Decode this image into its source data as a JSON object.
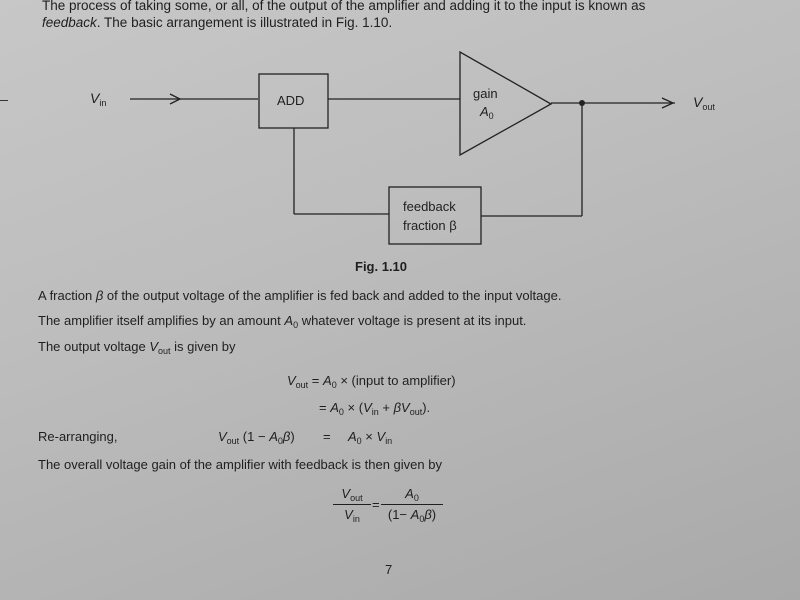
{
  "intro": {
    "line1": "The process of taking some, or all, of the output of the amplifier and adding it to the input is known as",
    "line2_em": "feedback",
    "line2_rest": ". The basic arrangement is illustrated in Fig. 1.10."
  },
  "diagram": {
    "vin": "V",
    "vin_sub": "in",
    "add_label": "ADD",
    "gain_label": "gain",
    "gain_symbol": "A",
    "gain_sub": "0",
    "vout": "V",
    "vout_sub": "out",
    "feedback_line1": "feedback",
    "feedback_line2": "fraction β"
  },
  "figure_caption": "Fig. 1.10",
  "body": {
    "p1a": "A fraction ",
    "p1_beta": "β",
    "p1b": " of the output voltage of the amplifier is fed back and added to the input voltage.",
    "p2a": "The amplifier itself amplifies by an amount ",
    "p2_A": "A",
    "p2_sub": "0",
    "p2b": " whatever voltage is present at its input.",
    "p3a": "The output voltage ",
    "p3_V": "V",
    "p3_sub": "out",
    "p3b": " is given by"
  },
  "equations": {
    "eq1_lhs_V": "V",
    "eq1_lhs_sub": "out",
    "eq1_rhs_pre": " = ",
    "eq1_rhs_A": "A",
    "eq1_rhs_sub": "0",
    "eq1_rhs_post": " × (input to amplifier)",
    "eq2_pre": "= ",
    "eq2_A": "A",
    "eq2_Asub": "0",
    "eq2_mid": " × (",
    "eq2_V": "V",
    "eq2_Vsub": "in",
    "eq2_plus": " + ",
    "eq2_beta": "β",
    "eq2_V2": "V",
    "eq2_V2sub": "out",
    "eq2_end": ").",
    "rearr_label": "Re-arranging,",
    "rearr_V": "V",
    "rearr_Vsub": "out",
    "rearr_paren_open": " (1 − ",
    "rearr_A": "A",
    "rearr_Asub": "0",
    "rearr_beta": "β",
    "rearr_paren_close": ")",
    "rearr_eq": "=",
    "rearr_rhs_A": "A",
    "rearr_rhs_Asub": "0",
    "rearr_rhs_times": " × ",
    "rearr_rhs_V": "V",
    "rearr_rhs_Vsub": "in",
    "overall_text": "The overall voltage gain of the amplifier with feedback is then given by",
    "frac1_num_V": "V",
    "frac1_num_sub": "out",
    "frac1_den_V": "V",
    "frac1_den_sub": "in",
    "frac_eq": "=",
    "frac2_num_A": "A",
    "frac2_num_sub": "0",
    "frac2_den_open": "(1− ",
    "frac2_den_A": "A",
    "frac2_den_Asub": "0",
    "frac2_den_beta": "β",
    "frac2_den_close": ")"
  },
  "page_number": "7"
}
